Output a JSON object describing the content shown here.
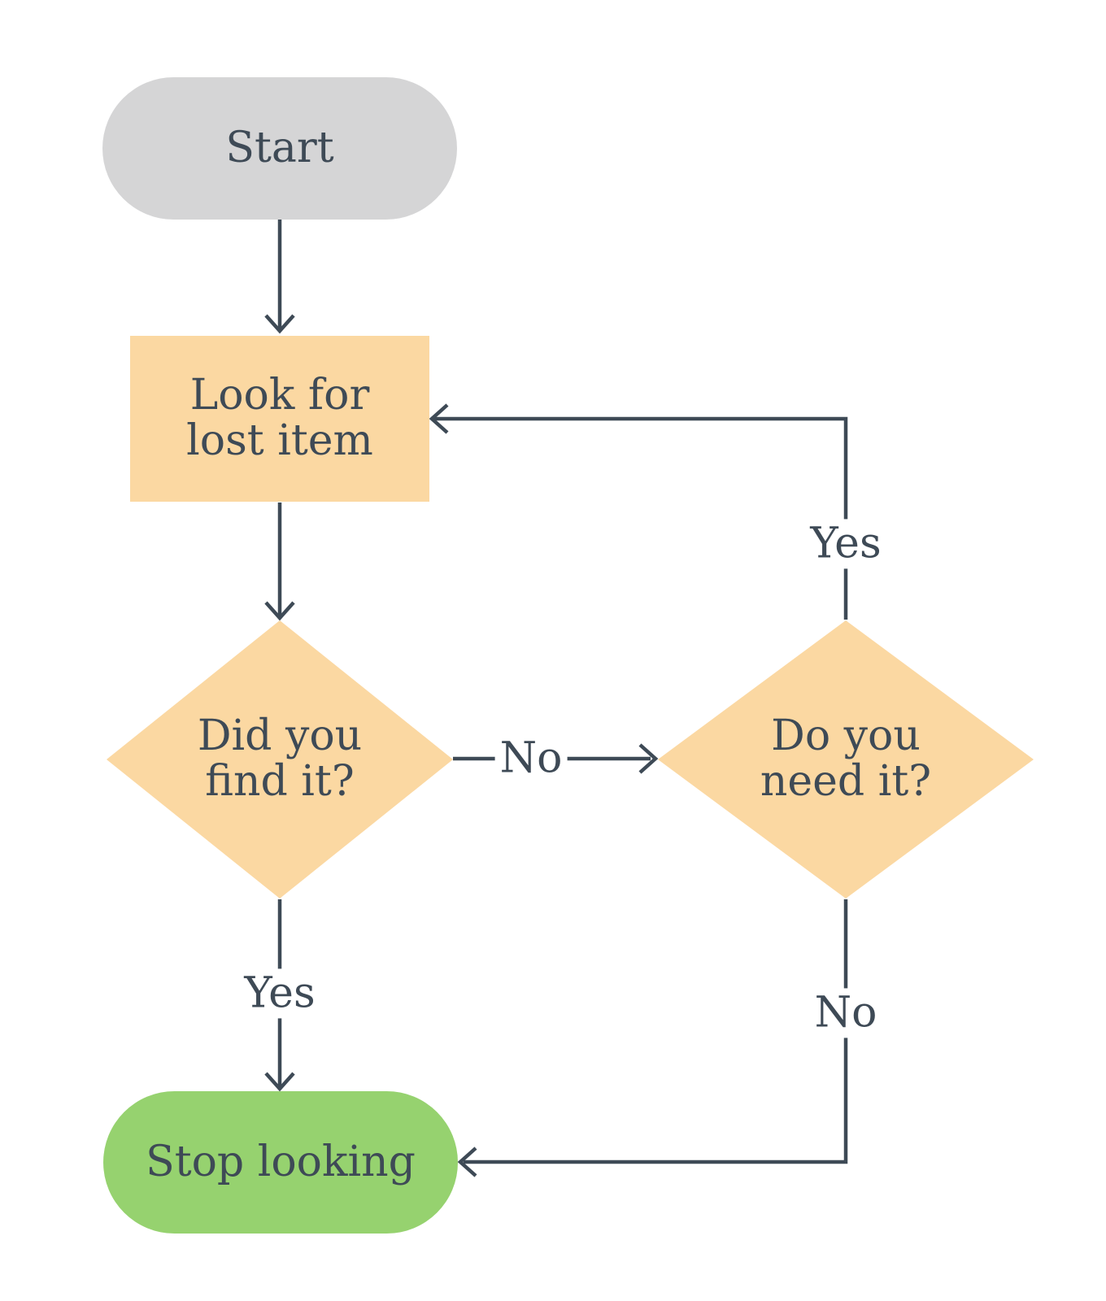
{
  "colors": {
    "background": "#ffffff",
    "node_gray": "#d5d5d6",
    "node_orange": "#fbd8a2",
    "node_green": "#96d26f",
    "stroke": "#3e4a56",
    "text": "#3e4a56"
  },
  "nodes": {
    "start": {
      "label": "Start"
    },
    "look": {
      "line1": "Look for",
      "line2": "lost item"
    },
    "find": {
      "line1": "Did you",
      "line2": "find it?"
    },
    "need": {
      "line1": "Do you",
      "line2": "need it?"
    },
    "stop": {
      "label": "Stop looking"
    }
  },
  "edges": {
    "find_to_need_label": "No",
    "find_to_stop_label": "Yes",
    "need_to_look_label": "Yes",
    "need_to_stop_label": "No"
  }
}
